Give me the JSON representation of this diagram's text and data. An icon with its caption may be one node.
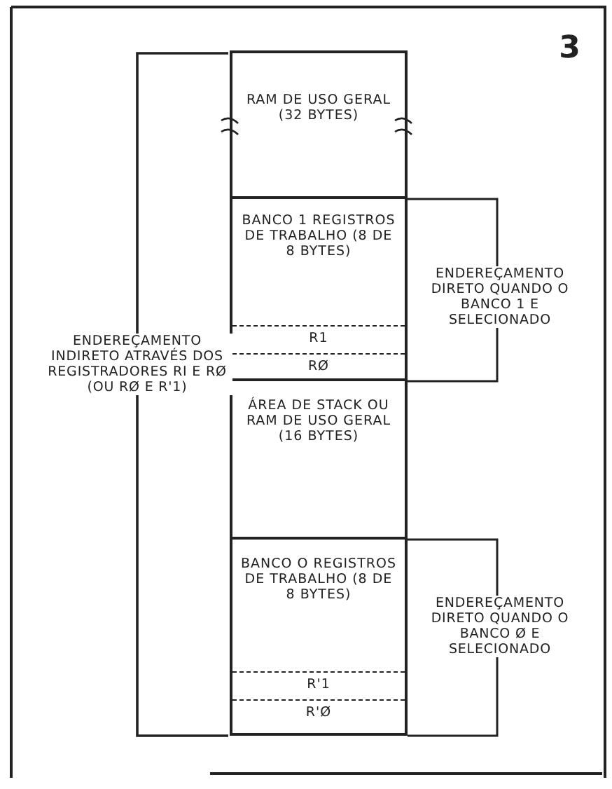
{
  "diagram": {
    "nodes": [
      {
        "text": [
          "RAM DE USO GERAL (32 BYTES)"
        ]
      },
      {
        "text": [
          "BANCO 1 REGISTROS DE TRABALHO (8 DE 8 BYTES)"
        ]
      },
      {
        "text": [
          "R1"
        ],
        "in": 1
      },
      {
        "text": [
          "RØ"
        ],
        "in": 1
      },
      {
        "text": [
          "ÁREA DE STACK OU RAM DE USO GERAL (16 BYTES)"
        ]
      },
      {
        "text": [
          "BANCO O REGISTROS DE TRABALHO (8 DE 8 BYTES)"
        ]
      },
      {
        "text": [
          "R'1"
        ],
        "in": 5
      },
      {
        "text": [
          "R'Ø"
        ],
        "in": 5
      }
    ],
    "edges": [],
    "labels": [
      "3",
      "ENDEREÇAMENTO INDIRETO ATRAVÉS DOS REGISTRADORES RI E RØ (OU RØ E R'1)",
      "ENDEREÇAMENTO DIRETO QUANDO O BANCO 1 E SELECIONADO",
      "ENDEREÇAMENTO DIRETO QUANDO O BANCO Ø E SELECIONADO"
    ]
  }
}
